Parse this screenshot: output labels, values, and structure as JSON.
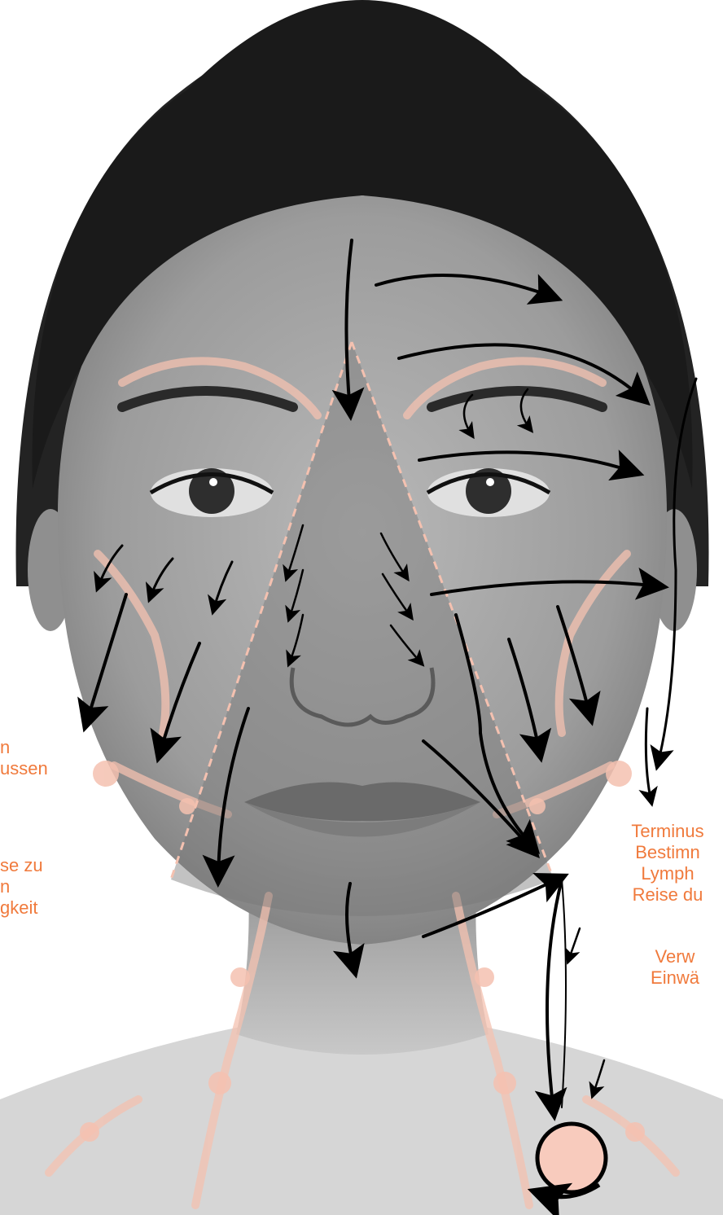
{
  "colors": {
    "accent": "#f07a3c",
    "lymph": "#f4c1b0",
    "arrow": "#000000",
    "skin": "#9a9a9a",
    "hair": "#222222"
  },
  "labels": {
    "left_top": [
      "n",
      "ussen"
    ],
    "left_bottom": [
      "se zu",
      "n",
      "gkeit"
    ],
    "right_top": [
      "Terminus",
      "Bestimn",
      "Lymph",
      "Reise du"
    ],
    "right_bottom": [
      "Verw",
      "Einwä"
    ]
  },
  "icons": {
    "portrait": "face-portrait",
    "arrows": "arrow-icon",
    "terminus": "circle-terminus-icon"
  }
}
